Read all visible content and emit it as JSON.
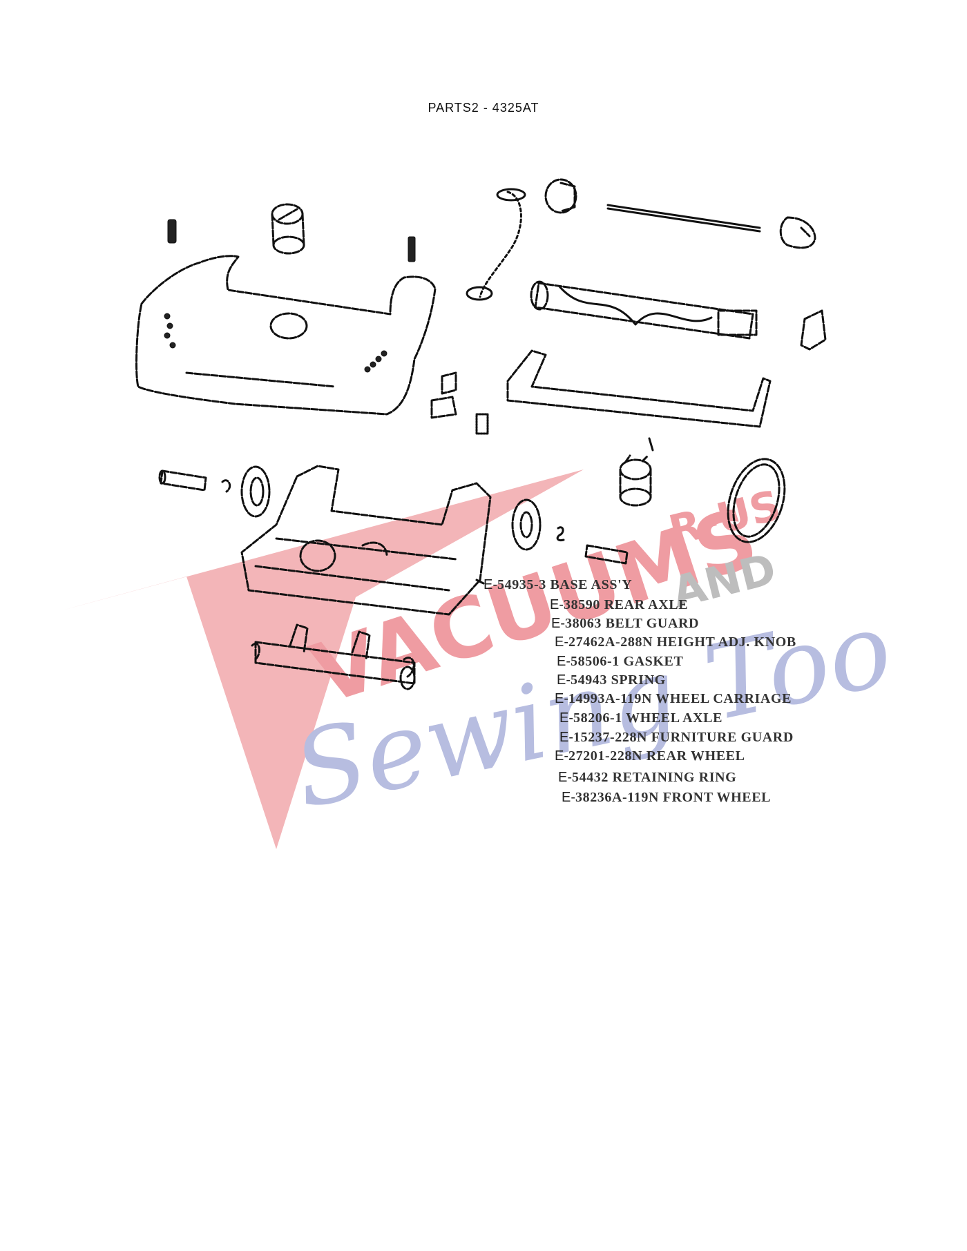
{
  "header": {
    "title": "PARTS2  - 4325AT"
  },
  "watermark": {
    "line1": "VACUUMS",
    "line2": "R-US",
    "line3": "AND",
    "line4": "Sewing Too",
    "colors": {
      "red": "#ef9ca2",
      "grey": "#bdbdbd",
      "blue": "#b7bde0"
    }
  },
  "parts": [
    {
      "prefix": "E-",
      "text": "54935-3 BASE ASS'Y"
    },
    {
      "prefix": "E-",
      "text": "38590 REAR AXLE"
    },
    {
      "prefix": "E-",
      "text": "38063 BELT GUARD"
    },
    {
      "prefix": "E-",
      "text": "27462A-288N HEIGHT ADJ. KNOB"
    },
    {
      "prefix": "E-",
      "text": "58506-1 GASKET"
    },
    {
      "prefix": "E-",
      "text": "54943 SPRING"
    },
    {
      "prefix": "E-",
      "text": "14993A-119N WHEEL CARRIAGE"
    },
    {
      "prefix": "E-",
      "text": "58206-1 WHEEL AXLE"
    },
    {
      "prefix": "E-",
      "text": "15237-228N FURNITURE GUARD"
    },
    {
      "prefix": "E-",
      "text": "27201-228N REAR WHEEL"
    },
    {
      "prefix": "E-",
      "text": "54432 RETAINING RING"
    },
    {
      "prefix": "E-",
      "text": "38236A-119N FRONT WHEEL"
    }
  ]
}
